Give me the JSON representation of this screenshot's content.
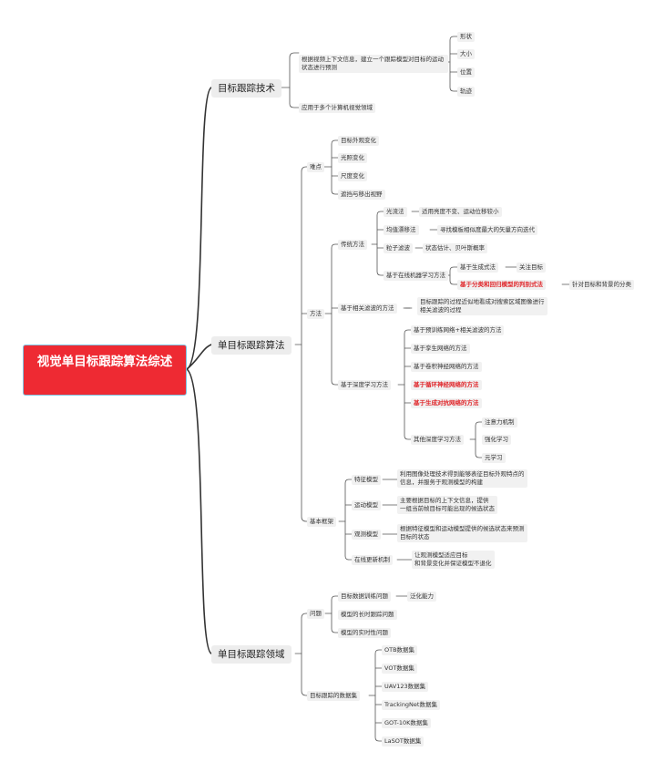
{
  "root": "视觉单目标跟踪算法综述",
  "branches": {
    "tech": {
      "label": "目标跟踪技术",
      "desc": "根据视频上下文信息，建立一个跟踪模型对目标的运动状态进行预测",
      "attrs": [
        "形状",
        "大小",
        "位置",
        "轨迹"
      ],
      "apply": "应用于多个计算机视觉领域"
    },
    "algo": {
      "label": "单目标跟踪算法",
      "difficulty": {
        "label": "难点",
        "items": [
          "目标外观变化",
          "光照变化",
          "尺度变化",
          "遮挡与移出视野"
        ]
      },
      "methods": {
        "label": "方法",
        "traditional": {
          "label": "传统方法",
          "items": [
            {
              "name": "光流法",
              "desc": "适用亮度不变、运动位移较小"
            },
            {
              "name": "均值漂移法",
              "desc": "寻找模板相似度最大的矢量方向迭代"
            },
            {
              "name": "粒子滤波",
              "desc": "状态估计、贝叶斯概率"
            }
          ],
          "ml": {
            "label": "基于在线机器学习方法",
            "gen": {
              "name": "基于生成式法",
              "desc": "关注目标"
            },
            "disc": {
              "name": "基于分类和回归模型的判别式法",
              "desc": "针对目标和背景的分类"
            }
          }
        },
        "cf": {
          "label": "基于相关滤波的方法",
          "desc": [
            "目标跟踪的过程近似地看成对搜索区域图像进行",
            "相关滤波的过程"
          ]
        },
        "dl": {
          "label": "基于深度学习方法",
          "items": [
            "基于预训练网络+相关滤波的方法",
            "基于孪生网络的方法",
            "基于卷积神经网络的方法",
            "基于循环神经网络的方法",
            "基于生成对抗网络的方法"
          ],
          "other": {
            "label": "其他深度学习方法",
            "items": [
              "注意力机制",
              "强化学习",
              "元学习"
            ]
          }
        }
      },
      "framework": {
        "label": "基本框架",
        "items": [
          {
            "name": "特征模型",
            "desc": [
              "利用图像处理技术得到能够表征目标外观特点的",
              "信息，并服务于观测模型的构建"
            ]
          },
          {
            "name": "运动模型",
            "desc": [
              "主要根据目标的上下文信息，提供",
              "一组当前帧目标可能出现的候选状态"
            ]
          },
          {
            "name": "观测模型",
            "desc": [
              "根据特征模型和运动模型提供的候选状态来预测",
              "目标的状态"
            ]
          },
          {
            "name": "在线更新机制",
            "desc": [
              "让观测模型适应目标",
              "和背景变化并保证模型不退化"
            ]
          }
        ]
      }
    },
    "field": {
      "label": "单目标跟踪领域",
      "problems": {
        "label": "问题",
        "items": [
          {
            "name": "目标数据训练问题",
            "desc": "泛化能力"
          },
          {
            "name": "模型的长时跟踪问题"
          },
          {
            "name": "模型的实时性问题"
          }
        ]
      },
      "datasets": {
        "label": "目标跟踪的数据集",
        "items": [
          "OTB数据集",
          "VOT数据集",
          "UAV123数据集",
          "TrackingNet数据集",
          "GOT-10K数据集",
          "LaSOT数据集"
        ]
      }
    }
  }
}
